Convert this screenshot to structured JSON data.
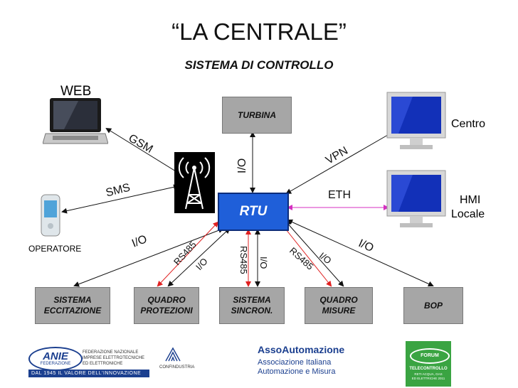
{
  "title": "“LA CENTRALE”",
  "subtitle": "SISTEMA DI CONTROLLO",
  "nodes": {
    "turbina": "TURBINA",
    "rtu": "RTU",
    "sistema_eccitazione": [
      "SISTEMA",
      "ECCITAZIONE"
    ],
    "quadro_protezioni": [
      "QUADRO",
      "PROTEZIONI"
    ],
    "sistema_sincron": [
      "SISTEMA",
      "SINCRON."
    ],
    "quadro_misure": [
      "QUADRO",
      "MISURE"
    ],
    "bop": "BOP"
  },
  "labels": {
    "web": "WEB",
    "operatore": "OPERATORE",
    "centro": "Centro",
    "hmi_1": "HMI",
    "hmi_2": "Locale",
    "gsm": "GSM",
    "sms": "SMS",
    "vpn": "VPN",
    "eth": "ETH",
    "io": "I/O",
    "rs485": "RS485"
  },
  "footer": {
    "anie_logo": "ANIE",
    "anie_sub": "FEDERAZIONE",
    "anie_desc": [
      "FEDERAZIONE NAZIONALE",
      "IMPRESE ELETTROTECNICHE",
      "ED ELETTRONICHE"
    ],
    "anie_motto": "DAL 1945 IL VALORE DELL'INNOVAZIONE",
    "confindustria": "CONFINDUSTRIA",
    "asso_title": "AssoAutomazione",
    "asso_desc": [
      "Associazione Italiana",
      "Automazione e Misura"
    ],
    "forum_logo": "FORUM",
    "forum_title": "TELECONTROLLO",
    "forum_sub": [
      "RETI ACQUA, GAS",
      "ED ELETTRICHE 2011"
    ]
  },
  "colors": {
    "rtu": "#1f5fd9",
    "box": "#a6a6a6",
    "rs485_line": "#e02020",
    "eth_line": "#d42fc0"
  }
}
